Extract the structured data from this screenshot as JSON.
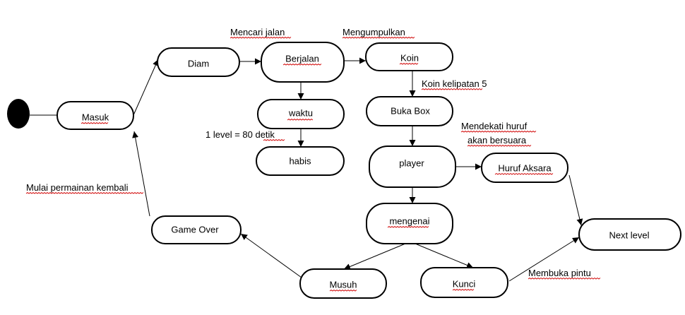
{
  "diagram": {
    "nodes": {
      "masuk": "Masuk",
      "diam": "Diam",
      "berjalan": "Berjalan",
      "koin": "Koin",
      "waktu": "waktu",
      "habis": "habis",
      "buka_box": "Buka Box",
      "player": "player",
      "huruf_aksara": "Huruf Aksara",
      "mengenai": "mengenai",
      "musuh": "Musuh",
      "kunci": "Kunci",
      "game_over": "Game Over",
      "next_level": "Next level"
    },
    "labels": {
      "mencari_jalan": "Mencari jalan",
      "mengumpulkan": "Mengumpulkan",
      "koin_kelipatan": "Koin kelipatan 5",
      "level_detik": "1 level = 80 detik",
      "mendekati_line1": "Mendekati huruf",
      "mendekati_line2": "akan bersuara",
      "mulai_kembali": "Mulai permainan kembali",
      "membuka_pintu": "Membuka pintu"
    },
    "colors": {
      "stroke": "#000000",
      "spellcheck_underline": "#d00000"
    }
  }
}
